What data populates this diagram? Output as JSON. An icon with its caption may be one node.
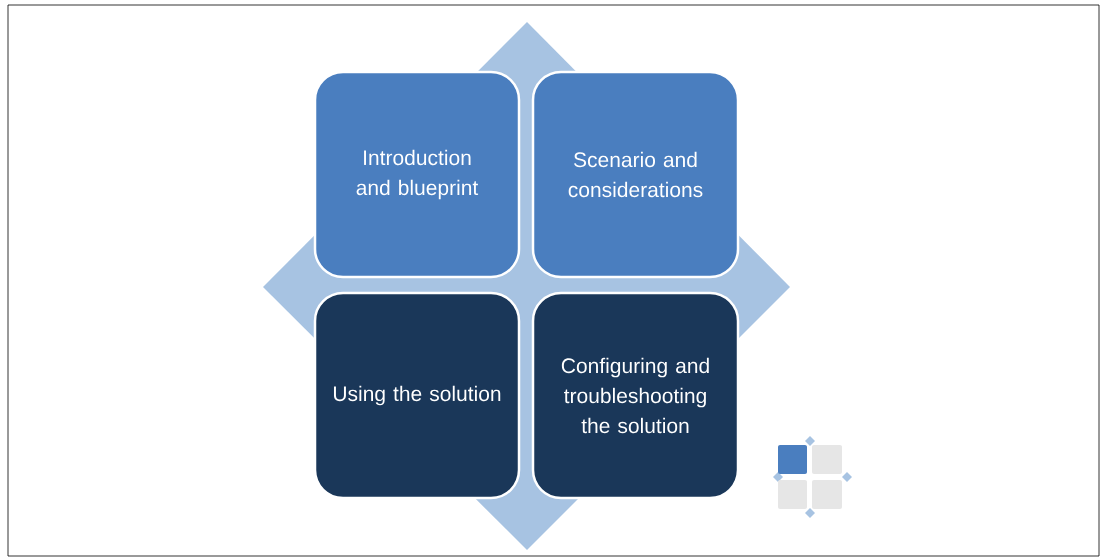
{
  "diagram": {
    "nodes": [
      {
        "text": [
          "Introduction and blueprint"
        ]
      },
      {
        "text": [
          "Scenario and considerations"
        ]
      },
      {
        "text": [
          "Using the solution"
        ]
      },
      {
        "text": [
          "Configuring and troubleshooting the solution"
        ]
      }
    ]
  }
}
